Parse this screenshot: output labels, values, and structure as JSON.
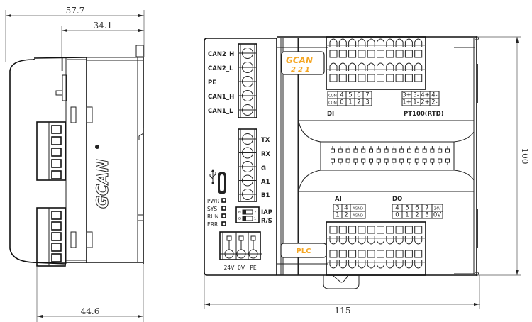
{
  "title": "GCAN-221 PLC dimension drawing",
  "dimensions": {
    "side_total_depth": "57.7",
    "side_upper_depth": "34.1",
    "side_lower_depth": "44.6",
    "front_width": "115",
    "front_height": "100"
  },
  "brand": {
    "logo": "GCAN",
    "model": "221",
    "product_label": "PLC",
    "side_logo": "GCAN"
  },
  "can_terminal": {
    "labels": [
      "CAN2_H",
      "CAN2_L",
      "PE",
      "CAN1_H",
      "CAN1_L"
    ]
  },
  "serial_terminal": {
    "labels": [
      "TX",
      "RX",
      "G",
      "A1",
      "B1"
    ]
  },
  "leds": [
    "PWR",
    "SYS",
    "RUN",
    "ERR"
  ],
  "dip_switch": {
    "marks_left": [
      "N",
      "O"
    ],
    "marks_right": [
      "2",
      "1"
    ],
    "labels": [
      "IAP",
      "R/S"
    ]
  },
  "power_terminal": {
    "labels": [
      "24V",
      "0V",
      "PE"
    ]
  },
  "icons": {
    "usb": "usb-icon",
    "usb_port": "usb-c-port"
  },
  "di_block": {
    "title": "DI",
    "rows": [
      [
        "COM",
        "4",
        "5",
        "6",
        "7"
      ],
      [
        "COM",
        "0",
        "1",
        "2",
        "3"
      ]
    ]
  },
  "pt100_block": {
    "title": "PT100(RTD)",
    "rows": [
      [
        "3+",
        "3-",
        "4+",
        "4-"
      ],
      [
        "1+",
        "1-",
        "2+",
        "2-"
      ]
    ]
  },
  "ai_block": {
    "title": "AI",
    "rows": [
      [
        "3",
        "4",
        "AGND"
      ],
      [
        "1",
        "2",
        "AGND"
      ]
    ]
  },
  "do_block": {
    "title": "DO",
    "rows": [
      [
        "4",
        "5",
        "6",
        "7",
        "24V"
      ],
      [
        "0",
        "1",
        "2",
        "3",
        "0V"
      ]
    ]
  },
  "led_indicator_count": 16
}
